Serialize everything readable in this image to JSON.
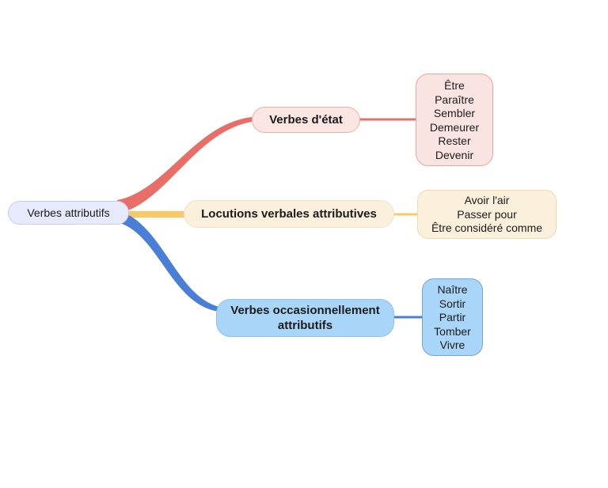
{
  "canvas": {
    "background": "#ffffff",
    "text_color": "#1b1b1b"
  },
  "root": {
    "label": "Verbes attributifs",
    "fill": "#e7eafa",
    "border": "#c7cdee"
  },
  "branches": [
    {
      "id": "verbes-etat",
      "label": "Verbes d'état",
      "color": "#e96e67",
      "node_fill": "#fbe6e4",
      "node_border": "#f1aca5",
      "leaf_fill": "#fae4e2",
      "leaf_border": "#efa49e",
      "items": [
        "Être",
        "Paraître",
        "Sembler",
        "Demeurer",
        "Rester",
        "Devenir"
      ]
    },
    {
      "id": "locutions-verbales",
      "label": "Locutions verbales attributives",
      "color": "#f6c96b",
      "node_fill": "#faf0dc",
      "node_border": "#f2e2c4",
      "leaf_fill": "#faf0dc",
      "leaf_border": "#f3d9a4",
      "items": [
        "Avoir l'air",
        "Passer pour",
        "Être considéré comme"
      ]
    },
    {
      "id": "verbes-occasionnels",
      "label": "Verbes occasionnellement attributifs",
      "color": "#4a7fd7",
      "node_fill": "#a8d5f8",
      "node_border": "#8fc2ee",
      "leaf_fill": "#a8d5f8",
      "leaf_border": "#6fa6de",
      "items": [
        "Naître",
        "Sortir",
        "Partir",
        "Tomber",
        "Vivre"
      ]
    }
  ]
}
